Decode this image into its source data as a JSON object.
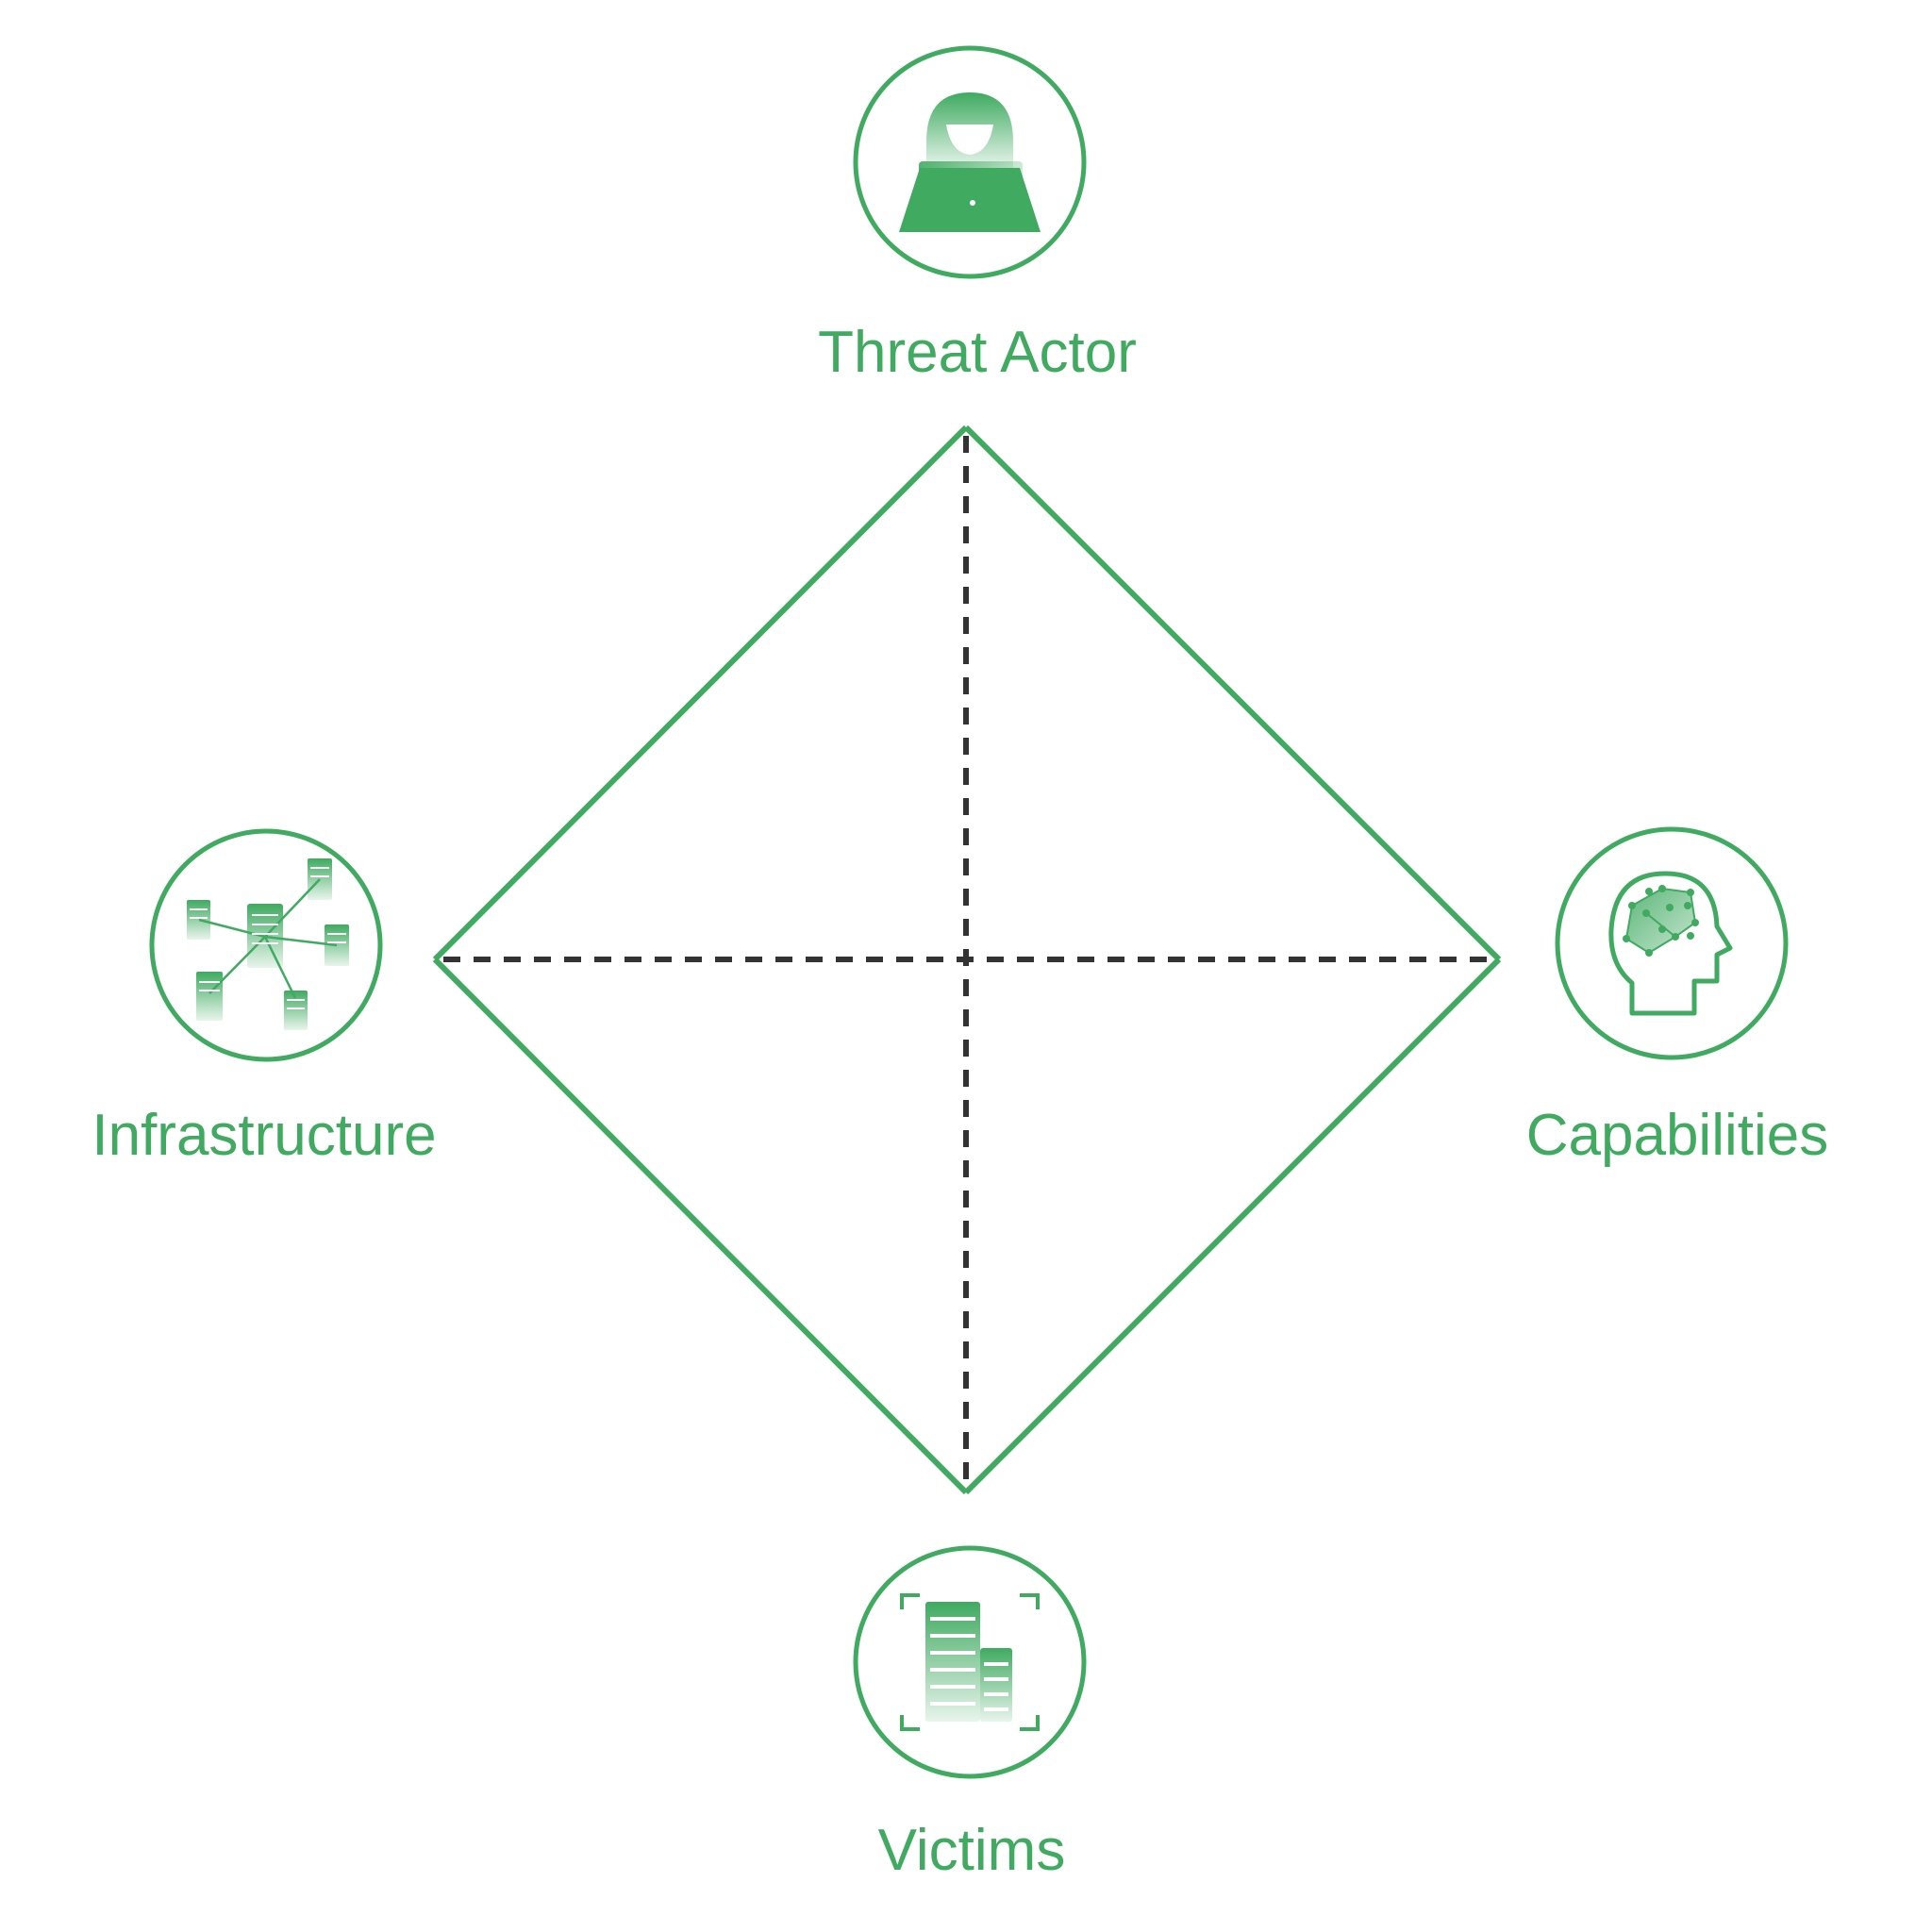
{
  "diagram": {
    "title": "",
    "nodes": {
      "threat_actor": {
        "label": "Threat Actor",
        "icon": "hooded-hacker-laptop-icon"
      },
      "infrastructure": {
        "label": "Infrastructure",
        "icon": "server-network-icon"
      },
      "capabilities": {
        "label": "Capabilities",
        "icon": "head-brain-network-icon"
      },
      "victims": {
        "label": "Victims",
        "icon": "office-building-icon"
      }
    },
    "edges": [
      {
        "from": "threat_actor",
        "to": "capabilities",
        "style": "solid"
      },
      {
        "from": "capabilities",
        "to": "victims",
        "style": "solid"
      },
      {
        "from": "victims",
        "to": "infrastructure",
        "style": "solid"
      },
      {
        "from": "infrastructure",
        "to": "threat_actor",
        "style": "solid"
      },
      {
        "from": "threat_actor",
        "to": "victims",
        "style": "dashed"
      },
      {
        "from": "infrastructure",
        "to": "capabilities",
        "style": "dashed"
      }
    ]
  },
  "colors": {
    "accent": "#3faa60",
    "accent_light": "#d7efdf",
    "dashed": "#333333",
    "background": "#ffffff"
  }
}
